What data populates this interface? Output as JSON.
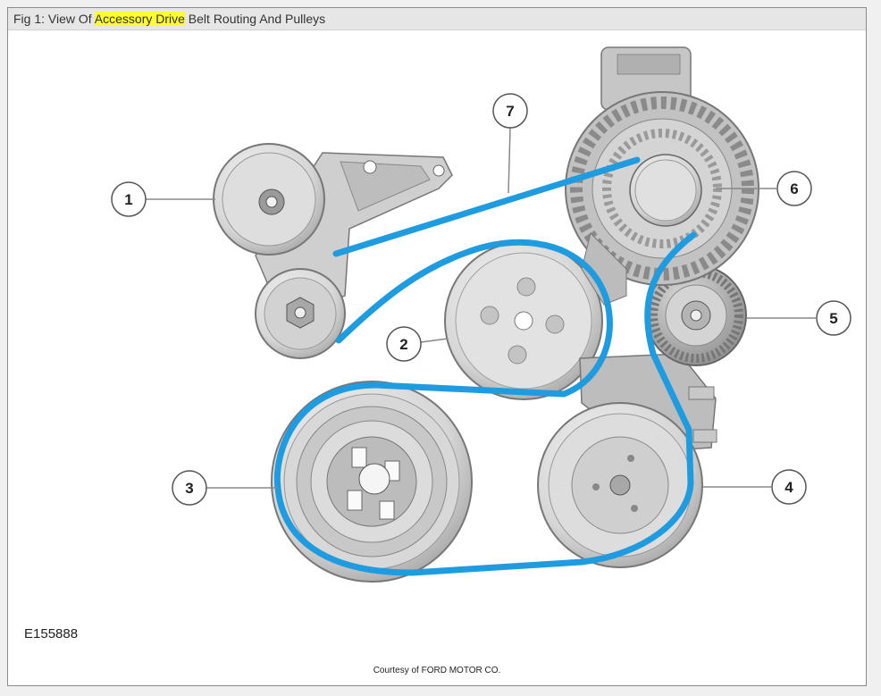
{
  "figure": {
    "caption_prefix": "Fig 1: View Of ",
    "caption_highlight": "Accessory Drive",
    "caption_suffix": " Belt Routing And Pulleys",
    "drawing_code": "E155888",
    "credit": "Courtesy of FORD MOTOR CO."
  },
  "callouts": [
    "1",
    "2",
    "3",
    "4",
    "5",
    "6",
    "7"
  ],
  "colors": {
    "belt": "#1f9be0",
    "highlight": "#ffff33",
    "metal_light": "#e4e4e4",
    "metal_dark": "#8a8a8a"
  }
}
